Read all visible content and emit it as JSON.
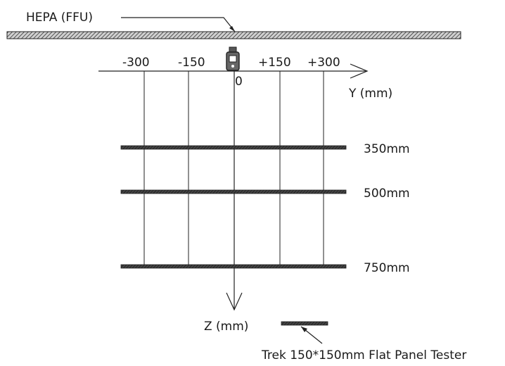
{
  "diagram": {
    "hepa_label": "HEPA (FFU)",
    "y_ticks": [
      "-300",
      "-150",
      "+150",
      "+300"
    ],
    "origin_label": "0",
    "y_axis_label": "Y (mm)",
    "z_axis_label": "Z (mm)",
    "planes": [
      "350mm",
      "500mm",
      "750mm"
    ],
    "tester_label": "Trek 150*150mm Flat Panel Tester"
  }
}
